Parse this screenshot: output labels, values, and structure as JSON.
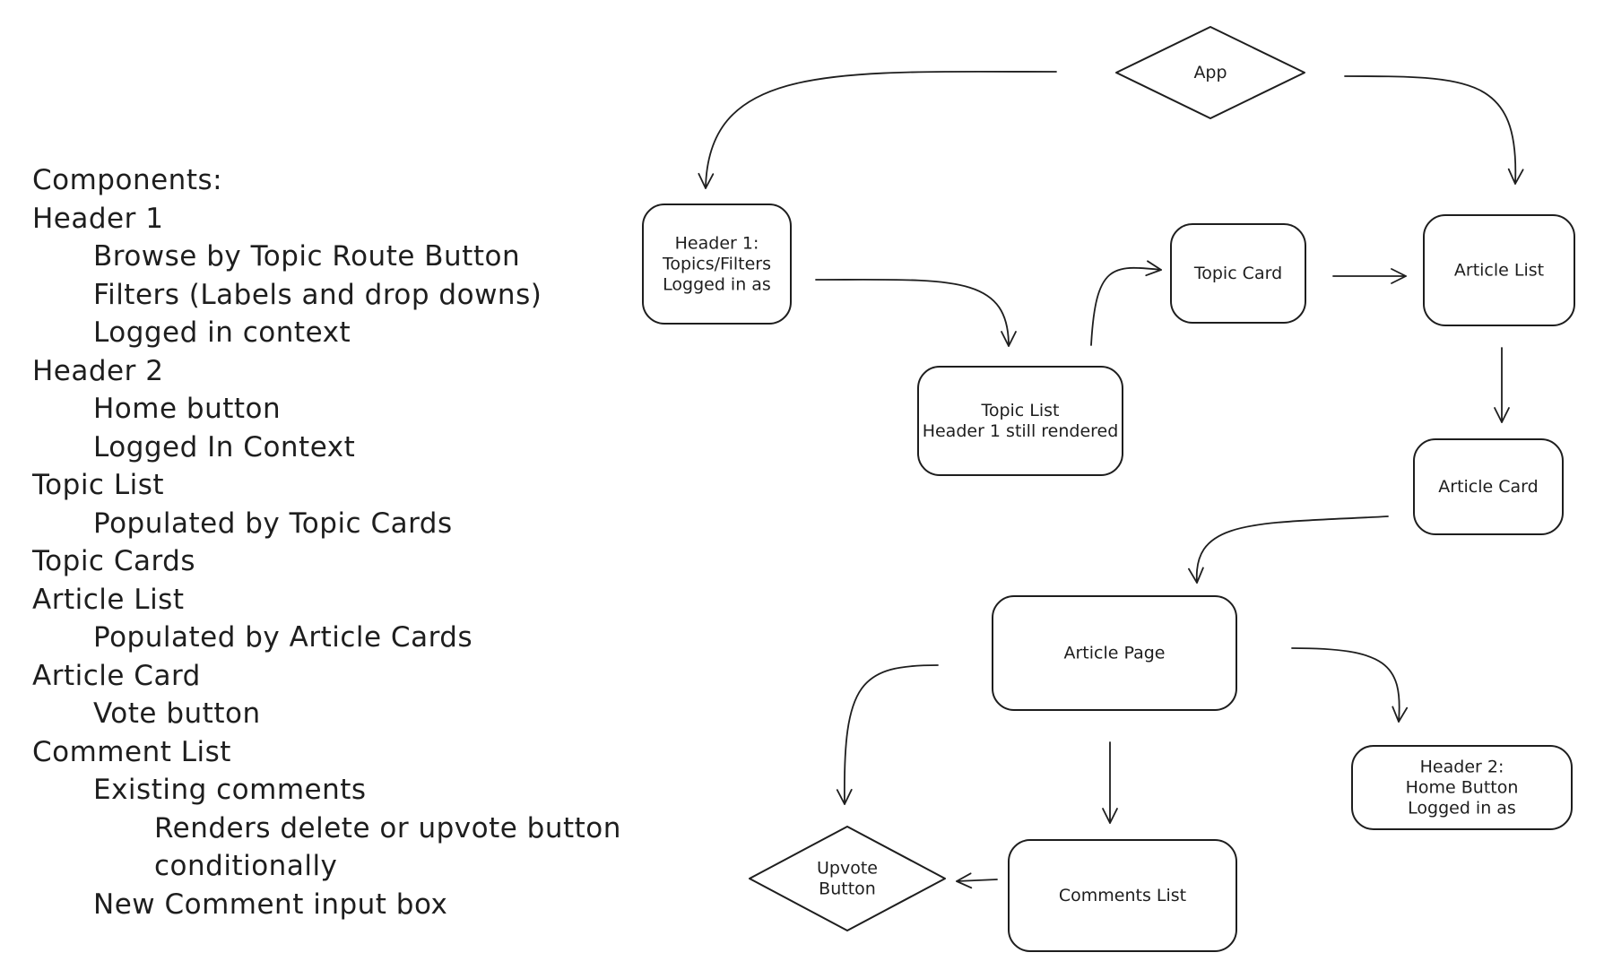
{
  "notes": [
    {
      "text": "Components:",
      "level": 0
    },
    {
      "text": "Header 1",
      "level": 0
    },
    {
      "text": "Browse by Topic Route Button",
      "level": 1
    },
    {
      "text": "Filters (Labels and drop downs)",
      "level": 1
    },
    {
      "text": "Logged in context",
      "level": 1
    },
    {
      "text": "Header 2",
      "level": 0
    },
    {
      "text": "Home button",
      "level": 1
    },
    {
      "text": "Logged In Context",
      "level": 1
    },
    {
      "text": "Topic List",
      "level": 0
    },
    {
      "text": "Populated by Topic Cards",
      "level": 1
    },
    {
      "text": "Topic Cards",
      "level": 0
    },
    {
      "text": "Article List",
      "level": 0
    },
    {
      "text": "Populated by Article Cards",
      "level": 1
    },
    {
      "text": "Article Card",
      "level": 0
    },
    {
      "text": "Vote button",
      "level": 1
    },
    {
      "text": "Comment List",
      "level": 0
    },
    {
      "text": "Existing comments",
      "level": 1
    },
    {
      "text": "Renders delete or upvote button",
      "level": 2
    },
    {
      "text": "conditionally",
      "level": 2
    },
    {
      "text": "New Comment input box",
      "level": 1
    }
  ],
  "diagram": {
    "nodes": [
      {
        "id": "app",
        "shape": "diamond",
        "lines": [
          "App"
        ]
      },
      {
        "id": "header1",
        "shape": "rounded-rect",
        "lines": [
          "Header 1:",
          "Topics/Filters",
          "Logged in as"
        ]
      },
      {
        "id": "topic-list",
        "shape": "rounded-rect",
        "lines": [
          "Topic List",
          "Header 1 still rendered"
        ]
      },
      {
        "id": "topic-card",
        "shape": "rounded-rect",
        "lines": [
          "Topic Card"
        ]
      },
      {
        "id": "article-list",
        "shape": "rounded-rect",
        "lines": [
          "Article List"
        ]
      },
      {
        "id": "article-card",
        "shape": "rounded-rect",
        "lines": [
          "Article Card"
        ]
      },
      {
        "id": "article-page",
        "shape": "rounded-rect",
        "lines": [
          "Article Page"
        ]
      },
      {
        "id": "header2",
        "shape": "rounded-rect",
        "lines": [
          "Header 2:",
          "Home Button",
          "Logged in as"
        ]
      },
      {
        "id": "comments-list",
        "shape": "rounded-rect",
        "lines": [
          "Comments List"
        ]
      },
      {
        "id": "upvote-button",
        "shape": "diamond",
        "lines": [
          "Upvote",
          "Button"
        ]
      }
    ],
    "edges": [
      {
        "from": "app",
        "to": "header1"
      },
      {
        "from": "app",
        "to": "article-list"
      },
      {
        "from": "header1",
        "to": "topic-list"
      },
      {
        "from": "topic-list",
        "to": "topic-card"
      },
      {
        "from": "topic-card",
        "to": "article-list"
      },
      {
        "from": "article-list",
        "to": "article-card"
      },
      {
        "from": "article-card",
        "to": "article-page"
      },
      {
        "from": "article-page",
        "to": "upvote-button"
      },
      {
        "from": "article-page",
        "to": "comments-list"
      },
      {
        "from": "article-page",
        "to": "header2"
      },
      {
        "from": "comments-list",
        "to": "upvote-button"
      }
    ]
  }
}
